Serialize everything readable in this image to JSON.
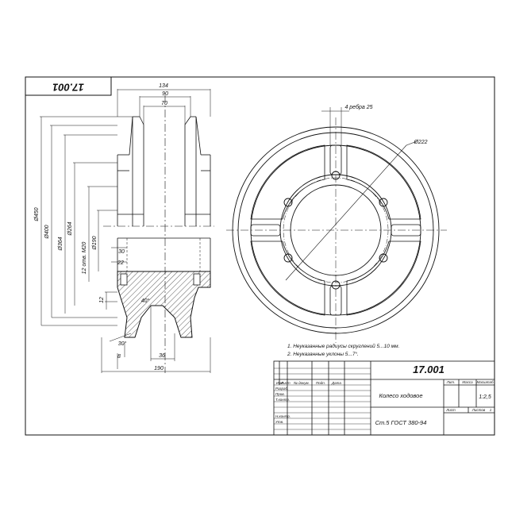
{
  "drawing": {
    "number": "17.001",
    "number_rotated": "17.001",
    "title": "Колесо ходовое",
    "material": "Ст.5 ГОСТ 380-94",
    "scale": "1:2,5",
    "sheets": "1"
  },
  "title_block": {
    "hdr_lit": "Лит.",
    "hdr_mass": "Масса",
    "hdr_scale": "Масштаб",
    "row_izm": "Изм",
    "row_list": "Лист",
    "row_doc": "№ докум.",
    "row_sign": "Подп.",
    "row_date": "Дата",
    "razrab": "Разраб.",
    "prov": "Пров.",
    "tkontr": "Т.контр.",
    "nkontr": "Н.контр.",
    "utv": "Утв.",
    "list_label": "Лист",
    "listov_label": "Листов"
  },
  "notes": [
    "1.  Неуказанные радиусы скруглений  5...10  мм.",
    "2.  Неуказанные уклоны  5...7°."
  ],
  "dimensions": {
    "d134": "134",
    "d90": "90",
    "d70": "70",
    "d450": "Ø450",
    "d400": "Ø400",
    "d364": "Ø364",
    "d264": "Ø264",
    "holes": "12 отв. М20",
    "d190": "Ø190",
    "d30": "30",
    "d22": "22",
    "d12": "12",
    "angle40": "40°",
    "angle30": "30°",
    "d8": "8",
    "d36": "36",
    "d190w": "190",
    "ribs": "4 ребра 25",
    "d222": "Ø222"
  }
}
